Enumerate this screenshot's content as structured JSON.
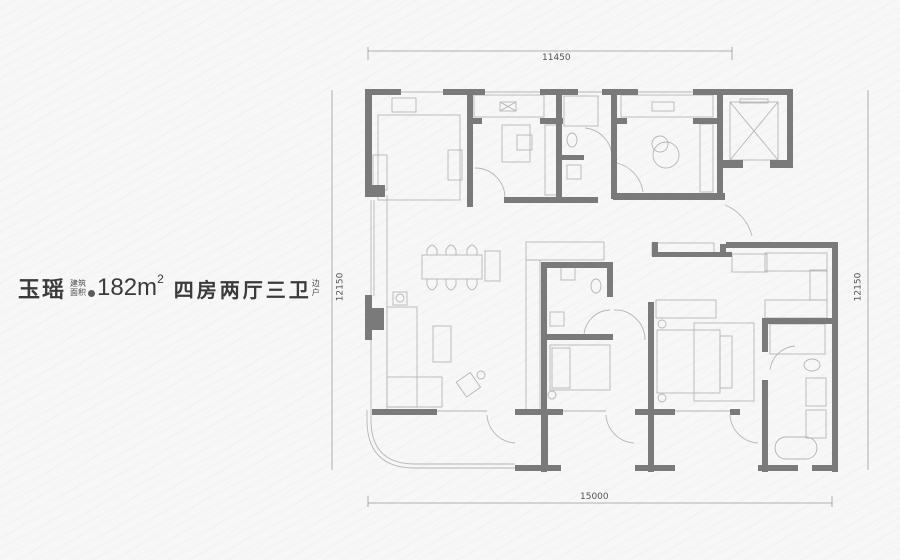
{
  "title": {
    "project_name": "玉瑶",
    "area_label_line1": "建筑",
    "area_label_line2": "面积",
    "area_value": "182m",
    "area_unit_sup": "2",
    "layout": "四房两厅三卫",
    "unit_type_line1": "边",
    "unit_type_line2": "户"
  },
  "dimensions": {
    "top_width": "11450",
    "bottom_width": "15000",
    "left_height": "12150",
    "right_height": "12150"
  },
  "colors": {
    "wall": "#7a7a7a",
    "line": "#b5b5b5",
    "dim_line": "#9a9a9a",
    "background": "#f7f7f7",
    "text": "#3a3a3a"
  },
  "floorplan": {
    "rooms": [
      {
        "id": "kitchen",
        "type": "kitchen"
      },
      {
        "id": "bedroom-north",
        "type": "bedroom"
      },
      {
        "id": "bathroom-north",
        "type": "bathroom"
      },
      {
        "id": "bedroom-kids",
        "type": "bedroom"
      },
      {
        "id": "elevator-shaft",
        "type": "elevator"
      },
      {
        "id": "living-dining",
        "type": "living"
      },
      {
        "id": "bathroom-center",
        "type": "bathroom"
      },
      {
        "id": "bedroom-guest",
        "type": "bedroom"
      },
      {
        "id": "master-bedroom",
        "type": "bedroom"
      },
      {
        "id": "master-bathroom",
        "type": "bathroom"
      },
      {
        "id": "balcony",
        "type": "balcony"
      }
    ]
  }
}
